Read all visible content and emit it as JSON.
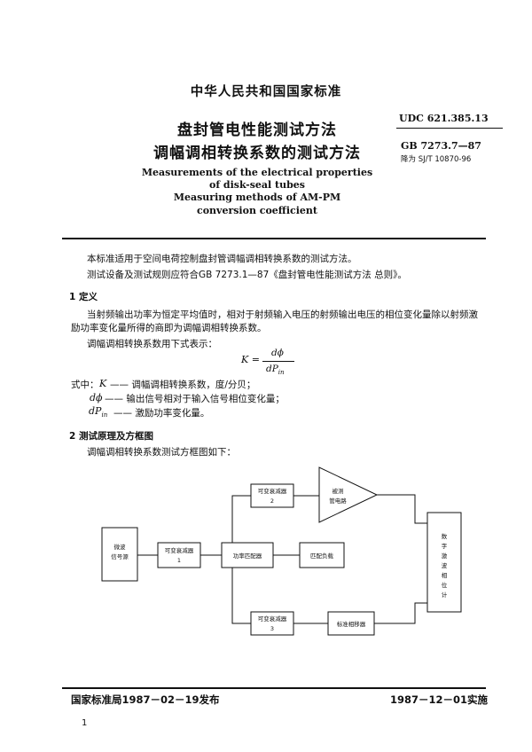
{
  "header": {
    "standard_org": "中华人民共和国国家标准",
    "udc": "UDC  621.385.13",
    "gb_code": "GB  7273.7—87",
    "replaced_by": "降为 SJ/T 10870-96"
  },
  "title": {
    "cn_line1": "盘封管电性能测试方法",
    "cn_line2": "调幅调相转换系数的测试方法",
    "en_line1": "Measurements of the electrical properties",
    "en_line2": "of disk-seal tubes",
    "en_line3": "Measuring methods of AM-PM",
    "en_line4": "conversion coefficient"
  },
  "intro": {
    "p1": "本标准适用于空间电荷控制盘封管调幅调相转换系数的测试方法。",
    "p2": "测试设备及测试规则应符合GB  7273.1—87《盘封管电性能测试方法   总则》。"
  },
  "section1": {
    "heading": "1   定义",
    "p1_line1": "当射频输出功率为恒定平均值时，相对于射频输入电压的射频输出电压的相位变化量除以射频激",
    "p1_line2": "励功率变化量所得的商即为调幅调相转换系数。",
    "p2": "调幅调相转换系数用下式表示：",
    "formula_lhs": "K =",
    "formula_num": "dϕ",
    "formula_den": "dP",
    "formula_den_sub": "in",
    "where_label": "式中：",
    "def1_sym": "K",
    "def1_text": "—— 调幅调相转换系数，度/分贝；",
    "def2_sym": "dϕ",
    "def2_text": "—— 输出信号相对于输入信号相位变化量；",
    "def3_sym": "dP",
    "def3_sub": "in",
    "def3_text": "—— 激励功率变化量。"
  },
  "section2": {
    "heading": "2   测试原理及方框图",
    "p1": "调幅调相转换系数测试方框图如下："
  },
  "diagram": {
    "microwave_source_l1": "微波",
    "microwave_source_l2": "信号源",
    "attenuator1_l1": "可变衰减器",
    "attenuator1_l2": "1",
    "attenuator2_l1": "可变衰减器",
    "attenuator2_l2": "2",
    "attenuator3_l1": "可变衰减器",
    "attenuator3_l2": "3",
    "power_matcher": "功率匹配器",
    "matched_load": "匹配负载",
    "tube_under_test_l1": "被测",
    "tube_under_test_l2": "管电路",
    "phase_shifter": "标准相移器",
    "phase_meter": [
      "数",
      "字",
      "激",
      "波",
      "相",
      "位",
      "计"
    ]
  },
  "footer": {
    "issued": "国家标准局1987－02－19发布",
    "effective": "1987－12－01实施",
    "page": "1"
  }
}
